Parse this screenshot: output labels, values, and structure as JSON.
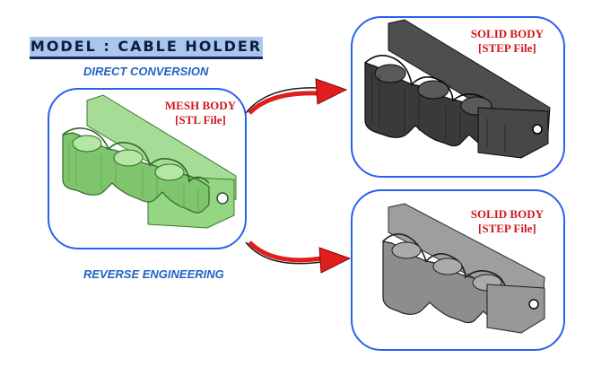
{
  "header": {
    "title": "MODEL : CABLE HOLDER",
    "top_caption": "DIRECT CONVERSION",
    "bottom_caption": "REVERSE ENGINEERING"
  },
  "panels": {
    "mesh": {
      "line1": "MESH BODY",
      "line2": "[STL File]",
      "color": "#88d07a"
    },
    "solid_top": {
      "line1": "SOLID BODY",
      "line2": "[STEP File]",
      "color": "#3f3f3f"
    },
    "solid_bottom": {
      "line1": "SOLID BODY",
      "line2": "[STEP File]",
      "color": "#8a8c8e"
    }
  },
  "colors": {
    "frame": "#2a60ef",
    "label": "#d0171c",
    "caption": "#1f63c6",
    "arrow": "#e11d1d"
  }
}
